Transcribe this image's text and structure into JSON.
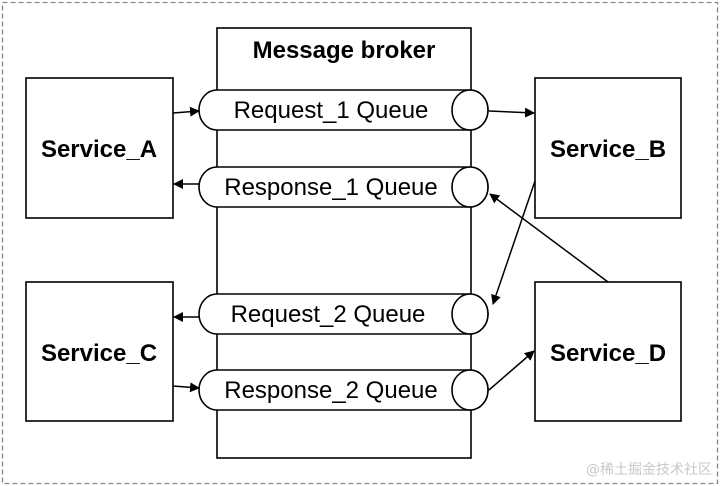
{
  "broker": {
    "title": "Message broker"
  },
  "services": {
    "a": "Service_A",
    "b": "Service_B",
    "c": "Service_C",
    "d": "Service_D"
  },
  "queues": {
    "request_1": "Request_1 Queue",
    "response_1": "Response_1 Queue",
    "request_2": "Request_2 Queue",
    "response_2": "Response_2 Queue"
  },
  "watermark": "@稀土掘金技术社区",
  "colors": {
    "stroke": "#000000",
    "fill": "#ffffff",
    "frame": "#888888",
    "watermark": "#c8c8c8"
  }
}
